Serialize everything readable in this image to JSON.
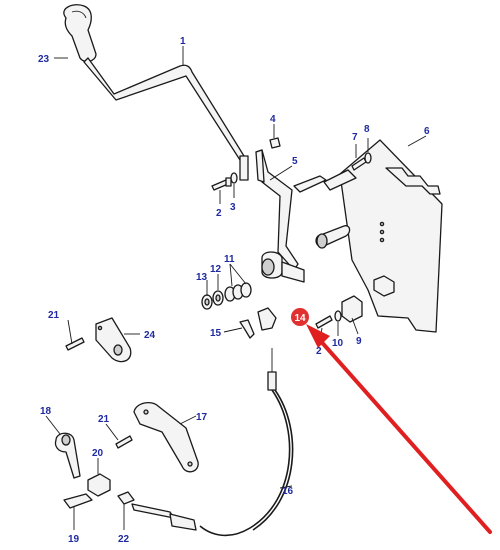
{
  "diagram": {
    "callouts": [
      {
        "id": "c1",
        "text": "1"
      },
      {
        "id": "c2a",
        "text": "2"
      },
      {
        "id": "c2b",
        "text": "2"
      },
      {
        "id": "c3",
        "text": "3"
      },
      {
        "id": "c4",
        "text": "4"
      },
      {
        "id": "c5",
        "text": "5"
      },
      {
        "id": "c6",
        "text": "6"
      },
      {
        "id": "c7",
        "text": "7"
      },
      {
        "id": "c8",
        "text": "8"
      },
      {
        "id": "c9",
        "text": "9"
      },
      {
        "id": "c10",
        "text": "10"
      },
      {
        "id": "c11",
        "text": "11"
      },
      {
        "id": "c12",
        "text": "12"
      },
      {
        "id": "c13",
        "text": "13"
      },
      {
        "id": "c15",
        "text": "15"
      },
      {
        "id": "c16",
        "text": "16"
      },
      {
        "id": "c17",
        "text": "17"
      },
      {
        "id": "c18",
        "text": "18"
      },
      {
        "id": "c19",
        "text": "19"
      },
      {
        "id": "c20",
        "text": "20"
      },
      {
        "id": "c21a",
        "text": "21"
      },
      {
        "id": "c21b",
        "text": "21"
      },
      {
        "id": "c22",
        "text": "22"
      },
      {
        "id": "c23",
        "text": "23"
      },
      {
        "id": "c24",
        "text": "24"
      }
    ],
    "highlight": {
      "text": "14",
      "color": "#e03030"
    },
    "colors": {
      "callout": "#1f2aa0",
      "arrow": "#e02020",
      "line": "#1a1a1a"
    }
  }
}
